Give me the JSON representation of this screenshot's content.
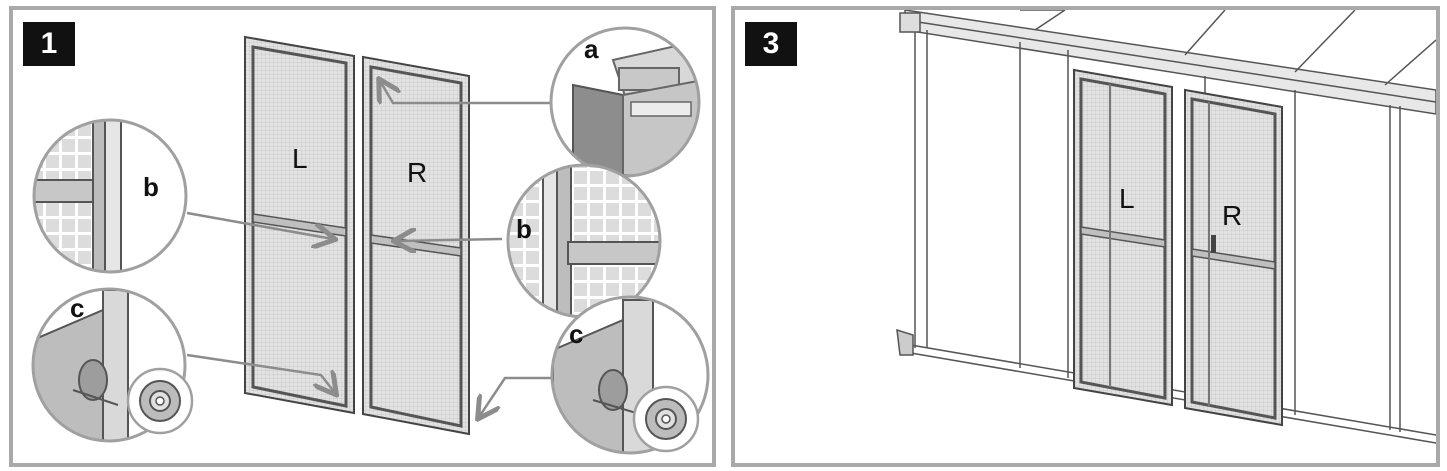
{
  "panel_left": {
    "step": "1",
    "door_left_label": "L",
    "door_right_label": "R",
    "callout_a": "a",
    "callout_b_left": "b",
    "callout_b_right": "b",
    "callout_c_left": "c",
    "callout_c_right": "c"
  },
  "panel_right": {
    "step": "3",
    "door_left_label": "L",
    "door_right_label": "R"
  },
  "colors": {
    "frame": "#555555",
    "mesh": "#dadada",
    "detail_fill": "#b9b9b9",
    "arrow": "#8c8c8c",
    "border": "#a9a9a9",
    "badge": "#111111"
  }
}
